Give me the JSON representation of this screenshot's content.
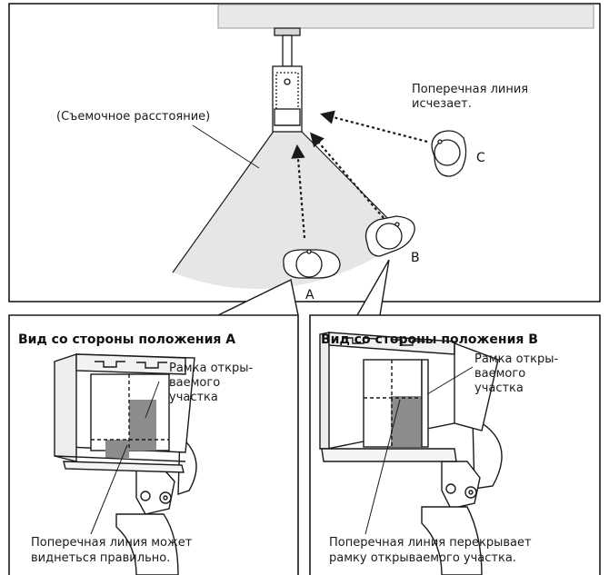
{
  "top": {
    "distance_label": "(Съемочное расстояние)",
    "line_disappears_l1": "Поперечная линия",
    "line_disappears_l2": "исчезает.",
    "marker_a": "A",
    "marker_b": "B",
    "marker_c": "C"
  },
  "panel_a": {
    "title": "Вид со стороны положения A",
    "frame_label_l1": "Рамка откры-",
    "frame_label_l2": "ваемого",
    "frame_label_l3": "участка",
    "caption_l1": "Поперечная линия может",
    "caption_l2": "виднеться правильно."
  },
  "panel_b": {
    "title": "Вид со стороны положения B",
    "frame_label_l1": "Рамка откры-",
    "frame_label_l2": "ваемого",
    "frame_label_l3": "участка",
    "caption_l1": "Поперечная линия перекрывает",
    "caption_l2": "рамку открываемого участка."
  },
  "colors": {
    "line": "#1a1a1a",
    "fan": "#e6e6e6",
    "gray_fill": "#8c8c8c",
    "ceiling": "#e8e8e8"
  }
}
